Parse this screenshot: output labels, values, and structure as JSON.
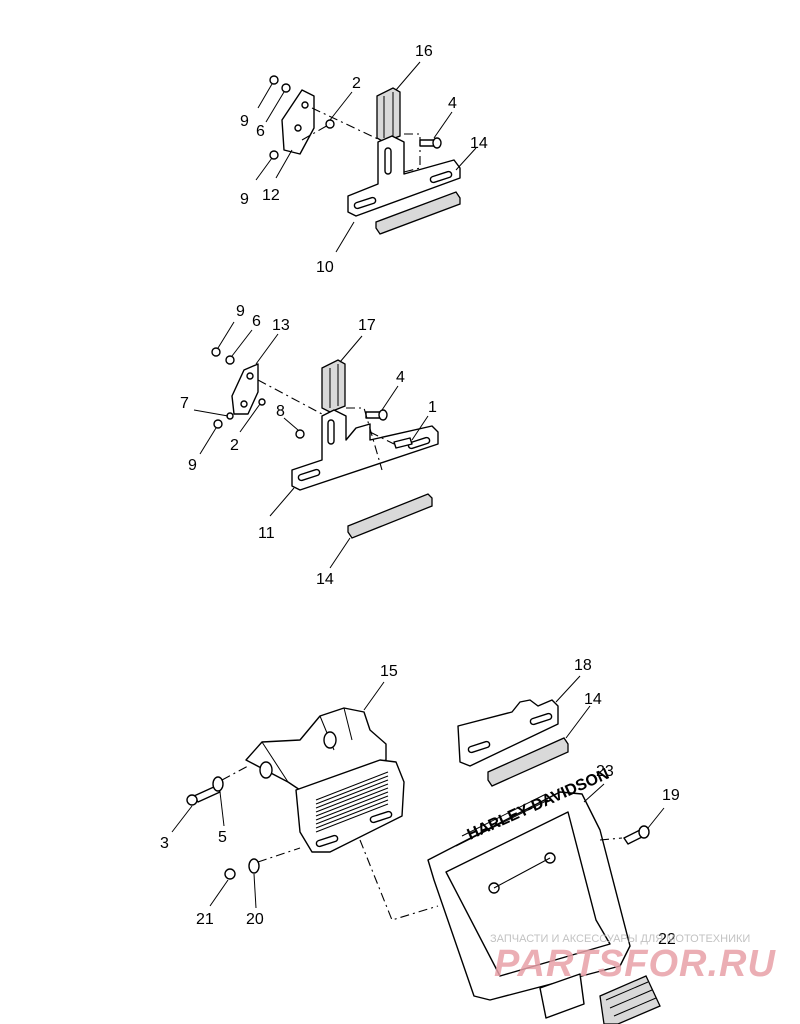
{
  "labels": {
    "l16": "16",
    "l2a": "2",
    "l4a": "4",
    "l14a": "14",
    "l9a": "9",
    "l6a": "6",
    "l9b": "9",
    "l12": "12",
    "l10": "10",
    "l9c": "9",
    "l6b": "6",
    "l13": "13",
    "l17": "17",
    "l4b": "4",
    "l1": "1",
    "l7": "7",
    "l8": "8",
    "l2b": "2",
    "l9d": "9",
    "l11": "11",
    "l14b": "14",
    "l15": "15",
    "l18": "18",
    "l14c": "14",
    "l23": "23",
    "l19": "19",
    "l3": "3",
    "l5": "5",
    "l21": "21",
    "l20": "20",
    "l22": "22"
  },
  "plate_text": "HARLEY-DAVIDSON",
  "watermark": {
    "tagline": "ЗАПЧАСТИ И АКСЕССУАРЫ ДЛЯ МОТОТЕХНИКИ",
    "brand": "PARTSFOR.RU",
    "color": "#e8a0a8"
  }
}
